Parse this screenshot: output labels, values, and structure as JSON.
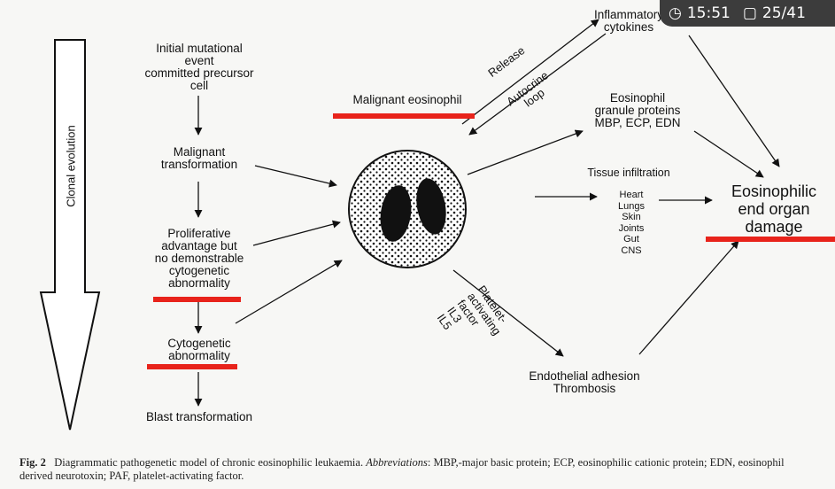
{
  "status_bar": {
    "time": "15:51",
    "page": "25/41"
  },
  "diagram": {
    "clonal_evolution": "Clonal evolution",
    "left_column": [
      "Initial mutational",
      "event",
      "committed precursor",
      "cell"
    ],
    "malignant_transformation": [
      "Malignant",
      "transformation"
    ],
    "proliferative": [
      "Proliferative",
      "advantage but",
      "no demonstrable",
      "cytogenetic",
      "abnormality"
    ],
    "cytogenetic": [
      "Cytogenetic",
      "abnormality"
    ],
    "blast": "Blast transformation",
    "malignant_eosinophil": "Malignant eosinophil",
    "release": "Release",
    "autocrine": [
      "Autocrine",
      "loop"
    ],
    "inflammatory": [
      "Inflammatory",
      "cytokines"
    ],
    "granule": [
      "Eosinophil",
      "granule proteins",
      "MBP, ECP, EDN"
    ],
    "tissue_infiltration": "Tissue infiltration",
    "organs": [
      "Heart",
      "Lungs",
      "Skin",
      "Joints",
      "Gut",
      "CNS"
    ],
    "end_organ": [
      "Eosinophilic",
      "end organ",
      "damage"
    ],
    "paf": [
      "Platelet-",
      "activating",
      "factor",
      "IL3",
      "IL5"
    ],
    "endothelial": [
      "Endothelial adhesion",
      "Thrombosis"
    ],
    "highlight_color": "#e8231b"
  },
  "caption": {
    "label": "Fig. 2",
    "text": "Diagrammatic pathogenetic model of chronic eosinophilic leukaemia.",
    "abbr_label": "Abbreviations",
    "abbr_text": ": MBP,-major basic protein; ECP, eosinophilic cationic protein; EDN, eosinophil derived neurotoxin; PAF, platelet-activating factor."
  }
}
